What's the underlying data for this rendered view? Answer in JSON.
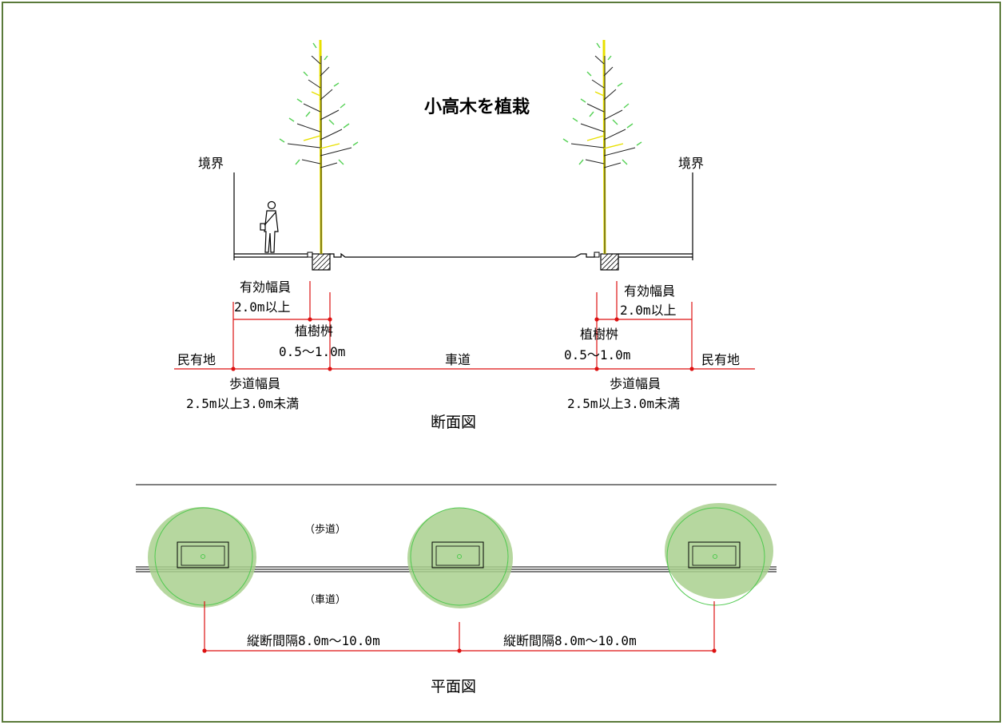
{
  "section": {
    "title": "小高木を植栽",
    "boundary_left": "境界",
    "boundary_right": "境界",
    "effective_width_label_left": "有効幅員",
    "effective_width_value_left": "2.0m以上",
    "effective_width_label_right": "有効幅員",
    "effective_width_value_right": "2.0m以上",
    "planting_box_label_left": "植樹桝",
    "planting_box_value_left": "0.5～1.0m",
    "planting_box_label_right": "植樹桝",
    "planting_box_value_right": "0.5～1.0m",
    "private_land_left": "民有地",
    "private_land_right": "民有地",
    "roadway": "車道",
    "sidewalk_width_label_left": "歩道幅員",
    "sidewalk_width_value_left": "2.5m以上3.0m未満",
    "sidewalk_width_label_right": "歩道幅員",
    "sidewalk_width_value_right": "2.5m以上3.0m未満",
    "caption": "断面図"
  },
  "plan": {
    "sidewalk": "（歩道）",
    "roadway": "（車道）",
    "spacing_left": "縦断間隔8.0m～10.0m",
    "spacing_right": "縦断間隔8.0m～10.0m",
    "caption": "平面図"
  },
  "colors": {
    "border": "#5a7a3a",
    "dimension": "#dd1111",
    "canopy": "#a9d08e",
    "canopy_stroke": "#4fc94f",
    "trunk": "#e8e000"
  }
}
